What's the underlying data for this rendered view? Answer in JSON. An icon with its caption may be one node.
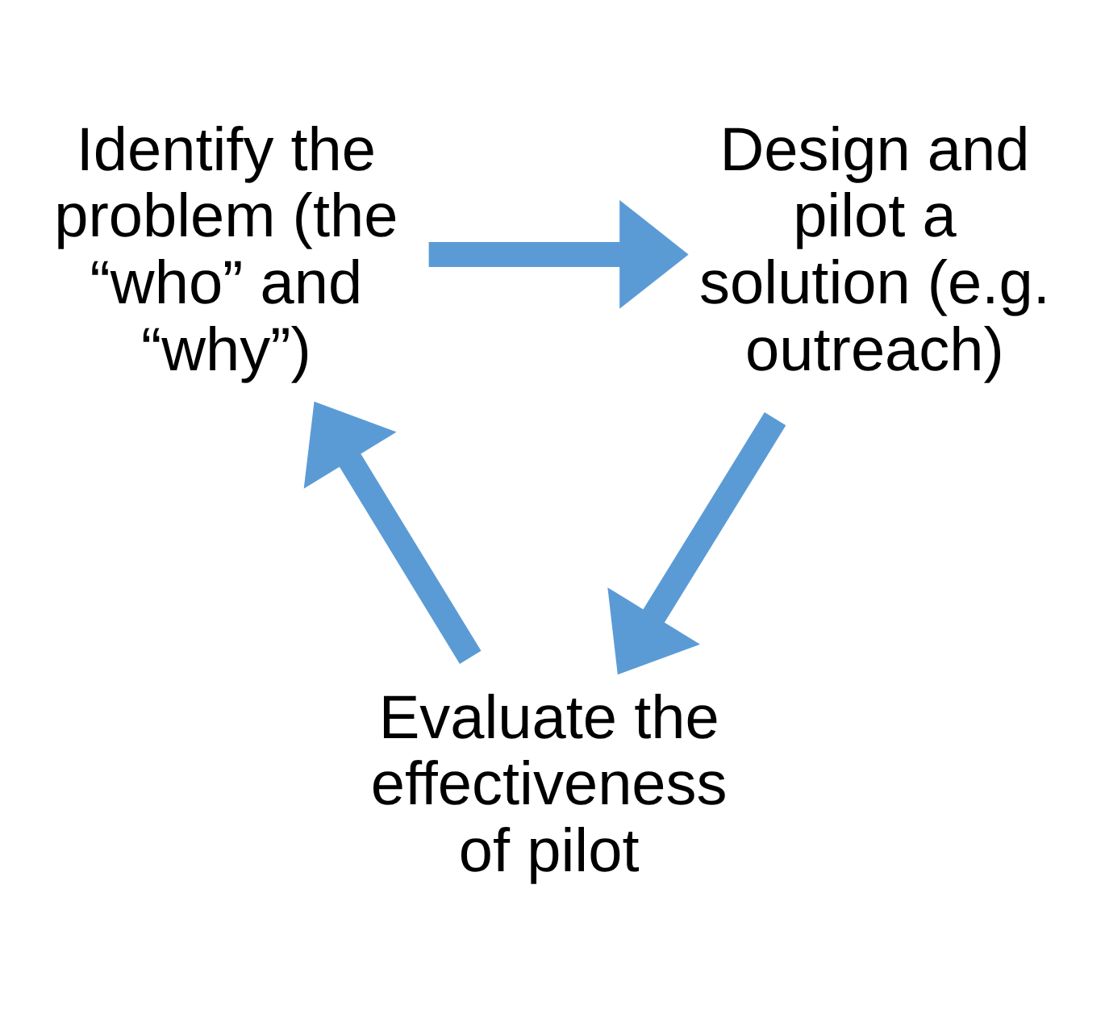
{
  "diagram": {
    "nodes": [
      {
        "text": [
          "Identify the problem (the “who” and “why”)"
        ]
      },
      {
        "text": [
          "Design and pilot a solution (e.g. outreach)"
        ]
      },
      {
        "text": [
          "Evaluate the effectiveness of pilot"
        ]
      }
    ],
    "edges": [
      {
        "from": 0,
        "to": 1,
        "arrow": "to"
      },
      {
        "from": 1,
        "to": 2,
        "arrow": "to"
      },
      {
        "from": 2,
        "to": 0,
        "arrow": "to"
      }
    ]
  }
}
